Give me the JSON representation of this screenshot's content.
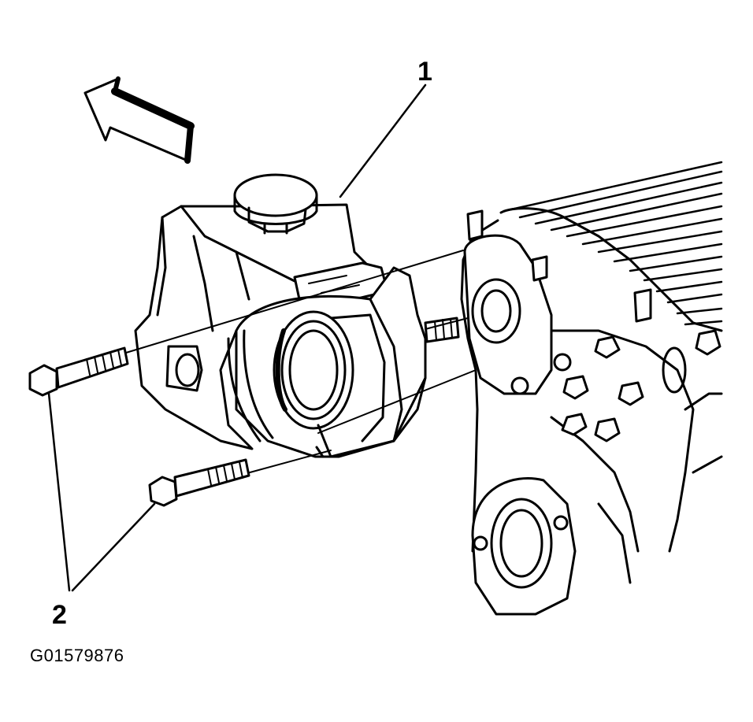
{
  "callouts": {
    "part_1": "1",
    "part_2": "2"
  },
  "figure_id": "G01579876",
  "colors": {
    "ink": "#000000",
    "paper": "#ffffff"
  },
  "icons": {
    "direction_arrow": "front-direction-arrow-icon"
  }
}
